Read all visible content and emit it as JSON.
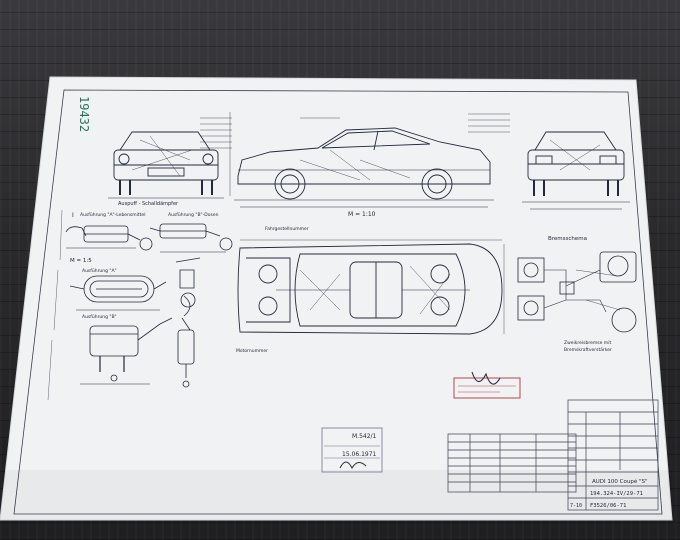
{
  "sheet": {
    "number": "19432",
    "scale_main": "M = 1:10",
    "scale_detail": "M = 1:5",
    "section_number": "I",
    "bottom_left_num": "7-10"
  },
  "labels": {
    "exhaust_title": "Auspuff - Schalldämpfer",
    "exhaust_a": "Ausführung \"A\"-Lebensmittel",
    "exhaust_b": "Ausführung \"B\"-Dosen",
    "exhaust_a2": "Ausführung \"A\"",
    "exhaust_b2": "Ausführung \"B\"",
    "chassis": "Fahrgestellnummer",
    "engine_number": "Motornummer",
    "brake_schema": "Bremsschema",
    "brake_note_1": "Zweikreisbremse mit",
    "brake_note_2": "Bremskraftverstärker"
  },
  "stamps": {
    "approval_line1": "M.542/1",
    "approval_line2": "15.06.1971"
  },
  "title_block": {
    "model": "AUDI 100 Coupé \"S\"",
    "drawing_no": "194.324-IV/29-71",
    "ref_no": "F3526/06-71"
  }
}
